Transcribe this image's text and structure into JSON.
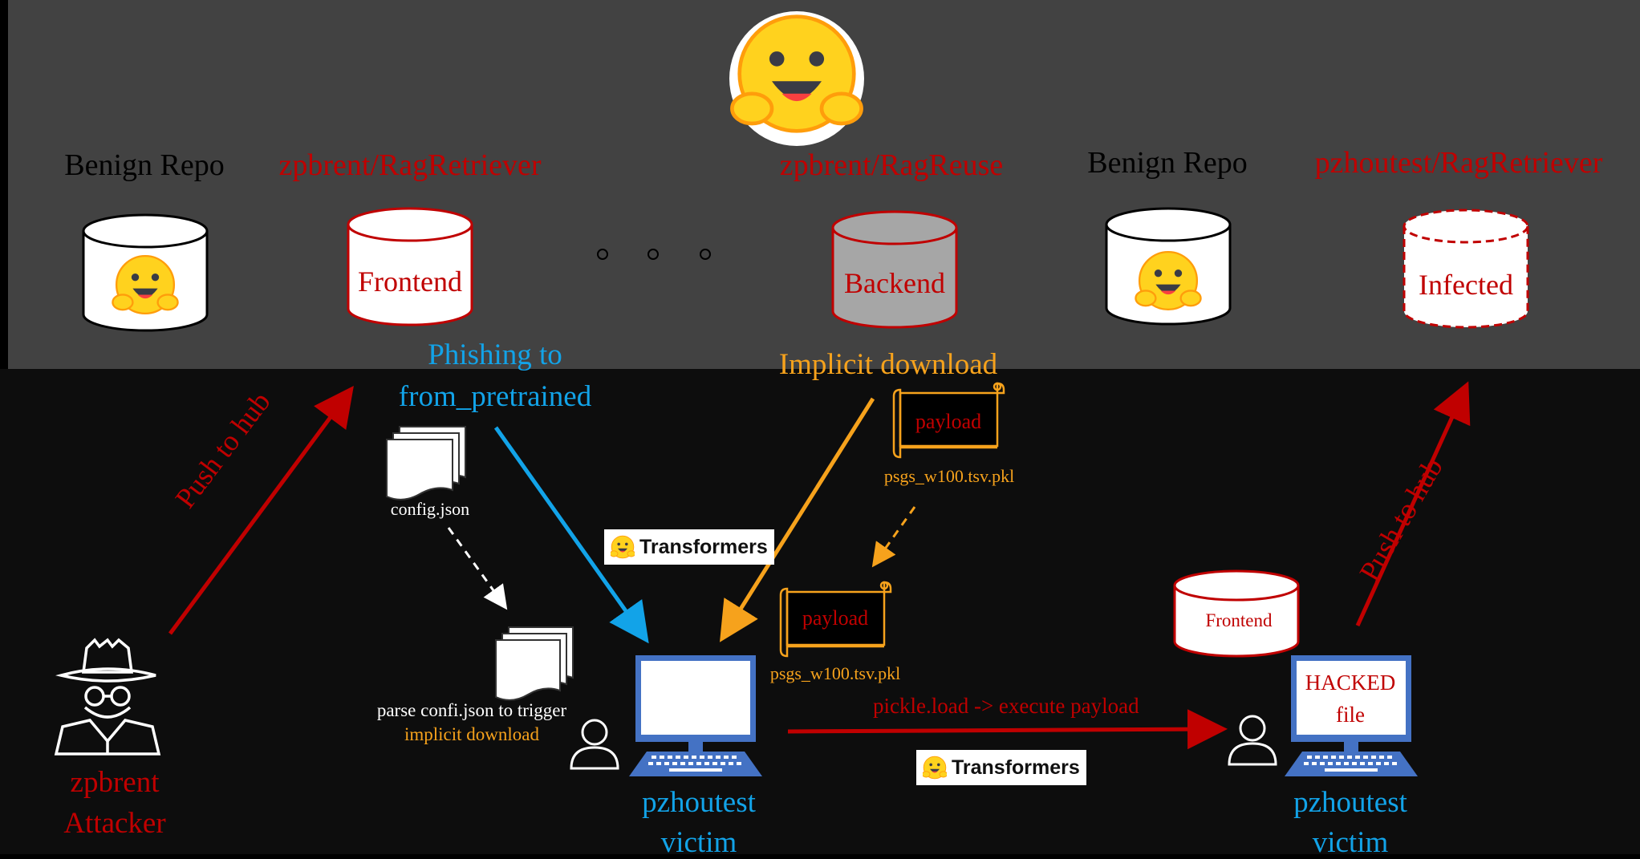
{
  "hub": {
    "repos": [
      {
        "name": "Benign Repo",
        "content": "",
        "style": "benign"
      },
      {
        "name": "zpbrent/RagRetriever",
        "content": "Frontend",
        "style": "frontend"
      },
      {
        "name": "zpbrent/RagReuse",
        "content": "Backend",
        "style": "backend"
      },
      {
        "name": "Benign Repo",
        "content": "",
        "style": "benign"
      },
      {
        "name": "pzhoutest/RagRetriever",
        "content": "Infected",
        "style": "infected"
      }
    ],
    "ellipsis": "◦ ◦ ◦"
  },
  "flows": {
    "push_left": "Push to hub",
    "push_right": "Push to hub",
    "phishing_line1": "Phishing to",
    "phishing_line2": "from_pretrained",
    "implicit_download": "Implicit download",
    "pickle": "pickle.load  ->  execute payload"
  },
  "files": {
    "config": "config.json",
    "parse_line1": "parse confi.json to trigger",
    "parse_line2": "implicit download",
    "payload_label": "payload",
    "payload_file": "psgs_w100.tsv.pkl"
  },
  "library": {
    "name": "Transformers"
  },
  "actors": {
    "attacker_name": "zpbrent",
    "attacker_role": "Attacker",
    "victim_name": "pzhoutest",
    "victim_role": "victim"
  },
  "hacked": {
    "line1": "HACKED",
    "line2": "file",
    "frontend": "Frontend"
  },
  "colors": {
    "attacker_red": "#c00000",
    "phishing_blue": "#12a3e8",
    "download_orange": "#f6a21c",
    "hub_background": "#424242",
    "backend_gray": "#a6a6a6",
    "computer_blue": "#4472c4"
  }
}
